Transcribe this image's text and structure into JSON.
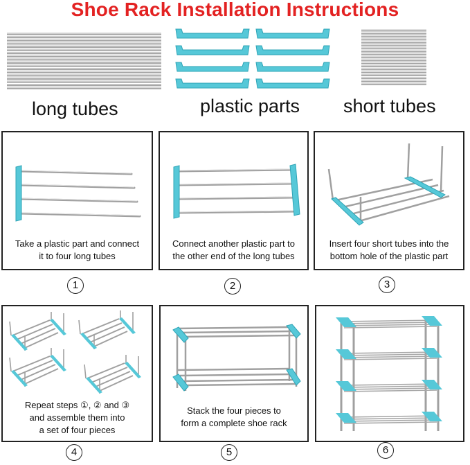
{
  "title": "Shoe Rack Installation Instructions",
  "parts": {
    "long_tubes": "long tubes",
    "plastic_parts": "plastic parts",
    "short_tubes": "short tubes"
  },
  "steps": [
    {
      "number": "1",
      "caption_lines": [
        "Take a plastic part and connect",
        "it to four long tubes"
      ]
    },
    {
      "number": "2",
      "caption_lines": [
        "Connect another plastic part to",
        "the other end of the long tubes"
      ]
    },
    {
      "number": "3",
      "caption_lines": [
        "Insert four short tubes into the",
        "bottom hole of the plastic part"
      ]
    },
    {
      "number": "4",
      "caption_lines": [
        "Repeat steps ①, ② and ③",
        "and assemble them into",
        "a set of four pieces"
      ]
    },
    {
      "number": "5",
      "caption_lines": [
        "Stack the four pieces to",
        "form a complete shoe rack"
      ]
    },
    {
      "number": "6",
      "caption_lines": []
    }
  ],
  "colors": {
    "title_red": "#e32222",
    "plastic_blue": "#56c8d8",
    "tube_gray": "#a8a8a8"
  }
}
